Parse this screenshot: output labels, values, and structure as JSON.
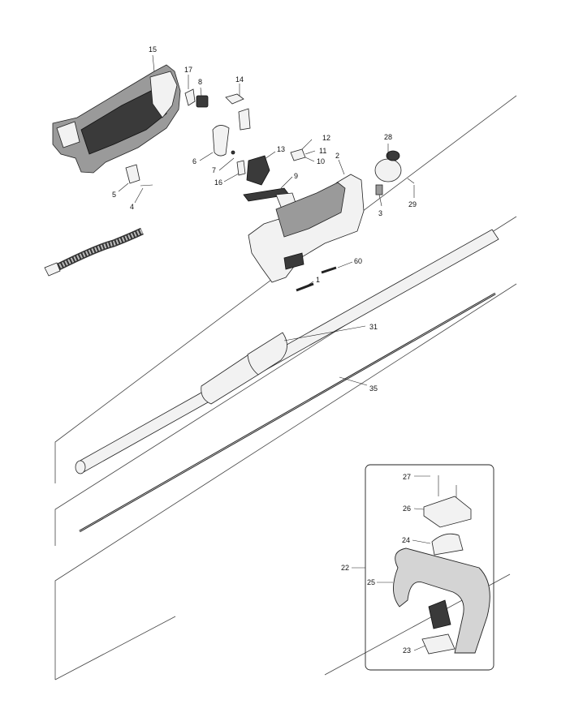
{
  "parts": [
    {
      "id": "p15",
      "label": "15"
    },
    {
      "id": "p17",
      "label": "17"
    },
    {
      "id": "p8",
      "label": "8"
    },
    {
      "id": "p14",
      "label": "14"
    },
    {
      "id": "p6",
      "label": "6"
    },
    {
      "id": "p7",
      "label": "7"
    },
    {
      "id": "p16",
      "label": "16"
    },
    {
      "id": "p13",
      "label": "13"
    },
    {
      "id": "p12",
      "label": "12"
    },
    {
      "id": "p11",
      "label": "11"
    },
    {
      "id": "p10",
      "label": "10"
    },
    {
      "id": "p9",
      "label": "9"
    },
    {
      "id": "p2",
      "label": "2"
    },
    {
      "id": "p28",
      "label": "28"
    },
    {
      "id": "p3",
      "label": "3"
    },
    {
      "id": "p29",
      "label": "29"
    },
    {
      "id": "p5",
      "label": "5"
    },
    {
      "id": "p4",
      "label": "4"
    },
    {
      "id": "p60",
      "label": "60"
    },
    {
      "id": "p1",
      "label": "1"
    },
    {
      "id": "p31",
      "label": "31"
    },
    {
      "id": "p35",
      "label": "35"
    },
    {
      "id": "p27",
      "label": "27"
    },
    {
      "id": "p26",
      "label": "26"
    },
    {
      "id": "p24",
      "label": "24"
    },
    {
      "id": "p22",
      "label": "22"
    },
    {
      "id": "p25",
      "label": "25"
    },
    {
      "id": "p23",
      "label": "23"
    }
  ]
}
